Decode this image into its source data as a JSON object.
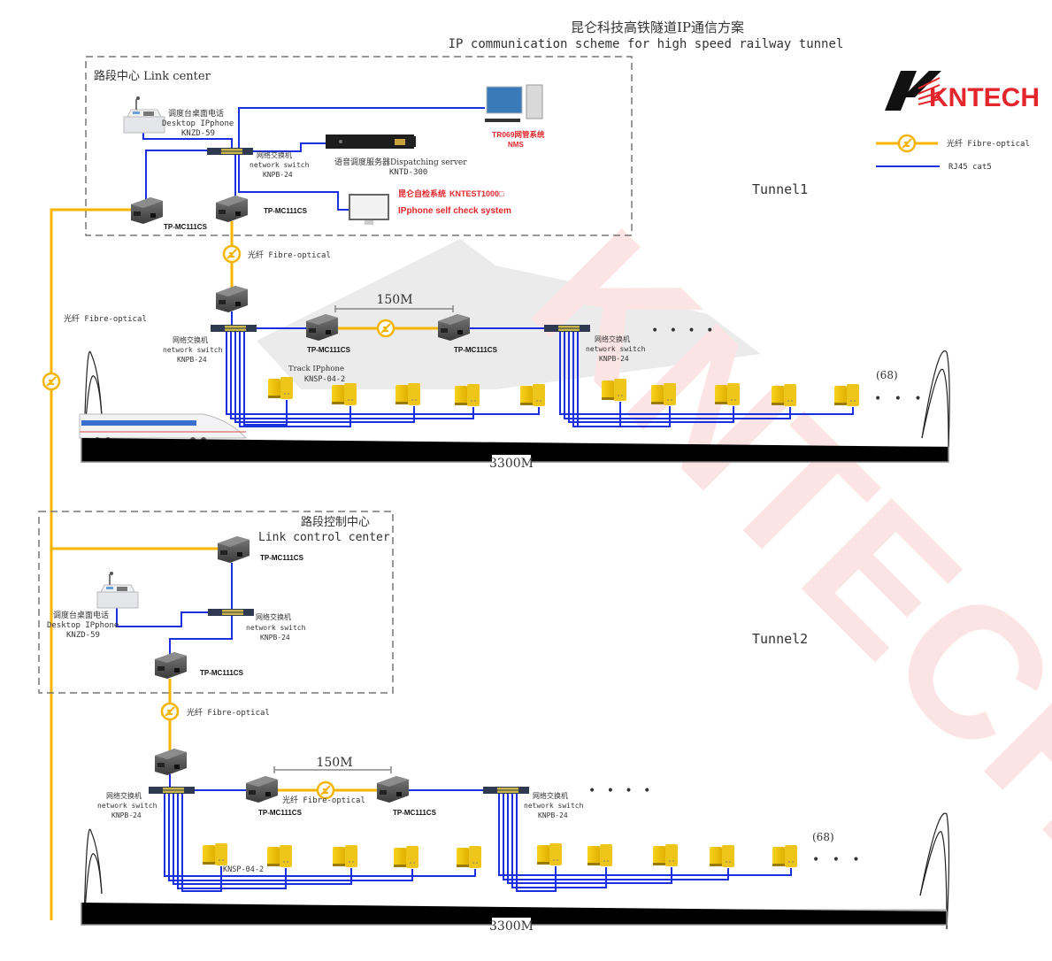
{
  "header": {
    "title_cn": "昆仑科技高铁隧道IP通信方案",
    "title_en": "IP communication scheme for high speed railway tunnel"
  },
  "brand": {
    "logo_text": "KNTECH",
    "color": "#e3262b"
  },
  "legend": {
    "fiber_label": "光纤 Fibre-optical",
    "fiber_color": "#f5b400",
    "cat5_label": "RJ45 cat5",
    "cat5_color": "#1a2fe0"
  },
  "link_center": {
    "title": "路段中心 Link center",
    "desktop_phone": {
      "cn": "调度台桌面电话",
      "en": "Desktop IPphone",
      "model": "KNZD-59"
    },
    "switch": {
      "cn": "网络交换机",
      "en": "network switch",
      "model": "KNPB-24"
    },
    "server": {
      "label": "语音调度服务器Dispatching server",
      "model": "KNTD-300"
    },
    "nms": {
      "cn": "TR069网管系统",
      "en": "NMS"
    },
    "self_check": {
      "cn": "昆仑自检系统",
      "model": "KNTEST1000□",
      "en": "IPphone self check system"
    },
    "converter_a": "TP-MC111CS",
    "converter_b": "TP-MC111CS"
  },
  "fiber_labels": {
    "center_down": "光纤 Fibre-optical",
    "side_link": "光纤 Fibre-optical",
    "control_down": "光纤 Fibre-optical",
    "tunnel2_span": "光纤 Fibre-optical"
  },
  "tunnel1": {
    "name": "Tunnel1",
    "switch_left": {
      "cn": "网络交换机",
      "en": "network switch",
      "model": "KNPB-24"
    },
    "switch_right": {
      "cn": "网络交换机",
      "en": "network switch",
      "model": "KNPB-24"
    },
    "span": "150M",
    "converter_left": "TP-MC111CS",
    "converter_right": "TP-MC111CS",
    "phone_label": "Track  IPphone",
    "phone_model": "KNSP-04-2",
    "count": "(68)",
    "length": "3300M",
    "ellipsis_top": "• • • •",
    "ellipsis_right": "• • •"
  },
  "control_center": {
    "title_cn": "路段控制中心",
    "title_en": "Link control center",
    "converter_top": "TP-MC111CS",
    "converter_bottom": "TP-MC111CS",
    "desktop_phone": {
      "cn": "调度台桌面电话",
      "en": "Desktop IPphone",
      "model": "KNZD-59"
    },
    "switch": {
      "cn": "网络交换机",
      "en": "network switch",
      "model": "KNPB-24"
    }
  },
  "tunnel2": {
    "name": "Tunnel2",
    "switch_left": {
      "cn": "网络交换机",
      "en": "network switch",
      "model": "KNPB-24"
    },
    "switch_right": {
      "cn": "网络交换机",
      "en": "network switch",
      "model": "KNPB-24"
    },
    "span": "150M",
    "converter_left": "TP-MC111CS",
    "converter_right": "TP-MC111CS",
    "phone_model": "KNSP-04-2",
    "count": "(68)",
    "length": "3300M",
    "ellipsis_top": "• • • •",
    "ellipsis_right": "• • •"
  }
}
